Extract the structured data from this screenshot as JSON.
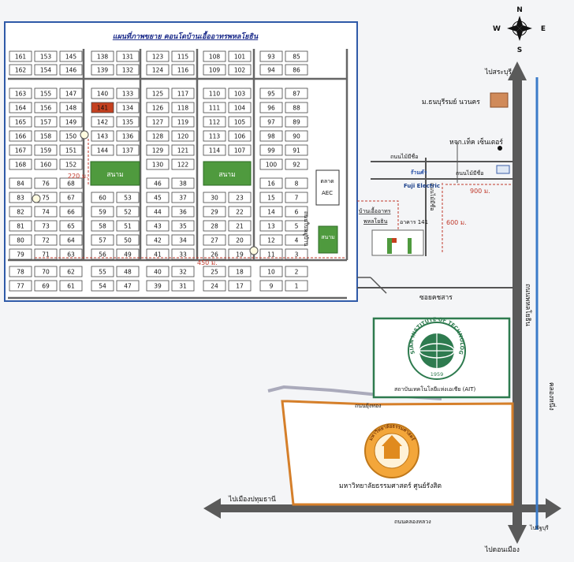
{
  "plan": {
    "title": "แผนที่ภาพขยาย คอนโดบ้านเอื้ออาทรพหลโยธิน",
    "field_label": "สนาม",
    "market_line1": "ตลาด",
    "market_line2": "AEC",
    "road_inner": "ถนนในหมู่บ้าน",
    "dim_220": "220 ม.",
    "dim_450": "450 ม.",
    "lots": [
      "161",
      "153",
      "145",
      "138",
      "131",
      "123",
      "115",
      "108",
      "101",
      "93",
      "85",
      "162",
      "154",
      "146",
      "139",
      "132",
      "124",
      "116",
      "109",
      "102",
      "94",
      "86",
      "163",
      "155",
      "147",
      "140",
      "133",
      "125",
      "117",
      "110",
      "103",
      "95",
      "87",
      "164",
      "156",
      "148",
      "141",
      "134",
      "126",
      "118",
      "111",
      "104",
      "96",
      "88",
      "165",
      "157",
      "149",
      "142",
      "135",
      "127",
      "119",
      "112",
      "105",
      "97",
      "89",
      "166",
      "158",
      "150",
      "143",
      "136",
      "128",
      "120",
      "113",
      "106",
      "98",
      "90",
      "167",
      "159",
      "151",
      "144",
      "137",
      "129",
      "121",
      "114",
      "107",
      "99",
      "91",
      "168",
      "160",
      "152",
      "130",
      "122",
      "100",
      "92",
      "84",
      "76",
      "68",
      "46",
      "38",
      "16",
      "8",
      "83",
      "75",
      "67",
      "60",
      "53",
      "45",
      "37",
      "30",
      "23",
      "15",
      "7",
      "82",
      "74",
      "66",
      "59",
      "52",
      "44",
      "36",
      "29",
      "22",
      "14",
      "6",
      "81",
      "73",
      "65",
      "58",
      "51",
      "43",
      "35",
      "28",
      "21",
      "13",
      "5",
      "80",
      "72",
      "64",
      "57",
      "50",
      "42",
      "34",
      "27",
      "20",
      "12",
      "4",
      "79",
      "71",
      "63",
      "56",
      "49",
      "41",
      "33",
      "26",
      "19",
      "11",
      "3",
      "78",
      "70",
      "62",
      "55",
      "48",
      "40",
      "32",
      "25",
      "18",
      "10",
      "2",
      "77",
      "69",
      "61",
      "54",
      "47",
      "39",
      "31",
      "24",
      "17",
      "9",
      "1"
    ],
    "highlight_lot": "141"
  },
  "compass": {
    "n": "N",
    "s": "S",
    "e": "E",
    "w": "W"
  },
  "labels": {
    "to_saraburi": "ไปสระบุรี",
    "thanyaburi": "ม.ธนบุรีรมย์ นวนคร",
    "tesco": "หจก.เท็ค เซ็นเตอร์",
    "road_maimee_1": "ถนนไม้มีชื่อ",
    "road_maimee_2": "ถนนไม้มีชื่อ",
    "road_maimee_3": "ถนนไม้มีชื่อ",
    "logo_store": "ร้านค้า",
    "fuji": "Fuji Electric",
    "dim_900": "900 ม.",
    "dim_600": "600 ม.",
    "baan_eua_line1": "บ้านเอื้ออาทร",
    "baan_eua_line2": "พหลโยธิน",
    "building_141": "อาคาร 141",
    "soi": "ซอยคชสาร",
    "phahonyothin": "ถนนพหลโยธิน",
    "ait_name": "สถาบันเทคโนโลยีแห่งเอเชีย (AIT)",
    "ait_ring": "ASIAN INSTITUTE OF TECHNOLOGY",
    "ait_year": "1959",
    "klong_road": "ถนนคลองหลวง",
    "road_yung_thong": "ถนนยุ้งทอง",
    "tu_name": "มหาวิทยาลัยธรรมศาสตร์ ศูนย์รังสิต",
    "tu_ring": "มหาวิทยาลัยธรรมศาสตร์",
    "to_pathum": "ไปเมืองปทุมธานี",
    "khlong_luang": "ถนนคลองหลวง",
    "to_donmueang": "ไปดอนเมือง",
    "to_bangkok": "ไปรัฐบุรี",
    "canal": "คลองหนึ่ง"
  },
  "colors": {
    "plan_border": "#2f5aa8",
    "road": "#555555",
    "highlight": "#c4401f",
    "field": "#4f9a3e",
    "ait_border": "#2e7b4f",
    "tu_border": "#d57f2a",
    "canal": "#3b7bc9",
    "dim": "#c0392b"
  }
}
